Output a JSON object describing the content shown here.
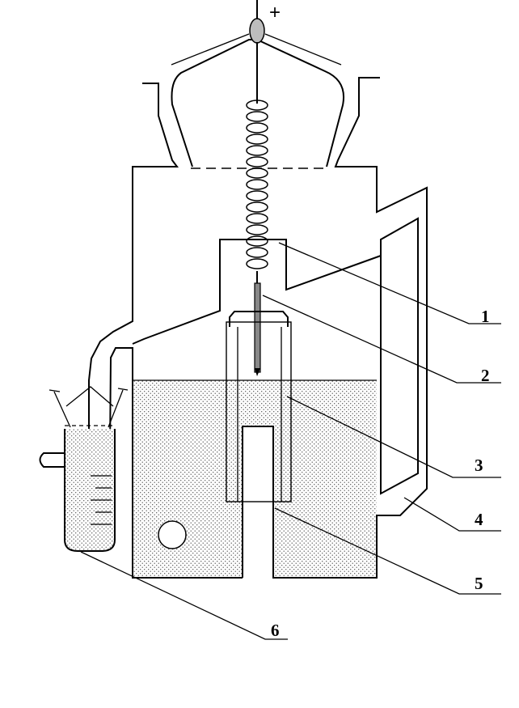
{
  "terminal": {
    "sign": "+"
  },
  "labels": [
    {
      "id": "1",
      "text": "1"
    },
    {
      "id": "2",
      "text": "2"
    },
    {
      "id": "3",
      "text": "3"
    },
    {
      "id": "4",
      "text": "4"
    },
    {
      "id": "5",
      "text": "5"
    },
    {
      "id": "6",
      "text": "6"
    }
  ]
}
